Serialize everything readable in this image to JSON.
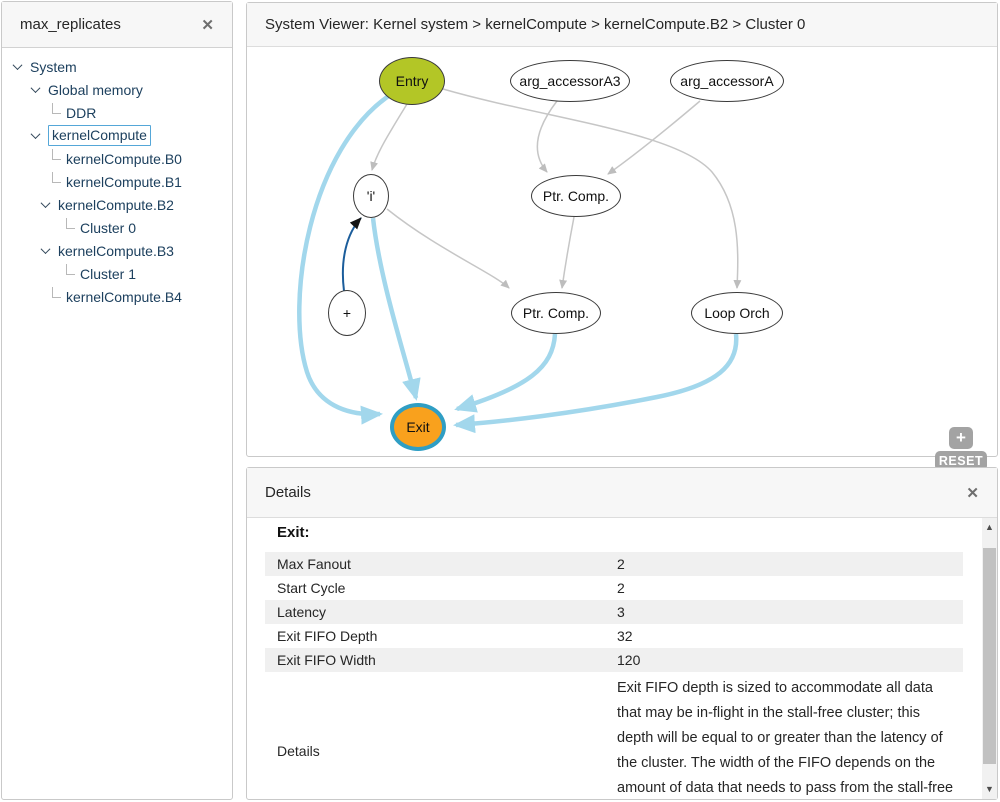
{
  "sidebar": {
    "title": "max_replicates",
    "close_icon": "✕",
    "tree": [
      {
        "label": "System"
      },
      {
        "label": "Global memory"
      },
      {
        "label": "DDR"
      },
      {
        "label": "kernelCompute",
        "selected": true
      },
      {
        "label": "kernelCompute.B0"
      },
      {
        "label": "kernelCompute.B1"
      },
      {
        "label": "kernelCompute.B2"
      },
      {
        "label": "Cluster 0"
      },
      {
        "label": "kernelCompute.B3"
      },
      {
        "label": "Cluster 1"
      },
      {
        "label": "kernelCompute.B4"
      }
    ]
  },
  "viewer": {
    "title": "System Viewer: Kernel system > kernelCompute > kernelCompute.B2 > Cluster 0",
    "nodes": {
      "entry": "Entry",
      "arg_accessorA3": "arg_accessorA3",
      "arg_accessorA": "arg_accessorA",
      "i": "'i'",
      "ptr_comp_1": "Ptr. Comp.",
      "plus": "+",
      "ptr_comp_2": "Ptr. Comp.",
      "loop_orch": "Loop Orch",
      "exit": "Exit"
    },
    "colors": {
      "entry_fill": "#b3c626",
      "exit_fill": "#f9a11d",
      "exit_ring": "#2f9ec4",
      "edge_gray": "#c6c6c6",
      "edge_light_blue": "#a2d7ec",
      "edge_navy": "#1b5d9b"
    },
    "controls": {
      "zoom_in": "+",
      "reset": "RESET",
      "zoom_out": "−"
    }
  },
  "details": {
    "title": "Details",
    "close_icon": "✕",
    "heading": "Exit:",
    "rows": [
      {
        "label": "Max Fanout",
        "value": "2"
      },
      {
        "label": "Start Cycle",
        "value": "2"
      },
      {
        "label": "Latency",
        "value": "3"
      },
      {
        "label": "Exit FIFO Depth",
        "value": "32"
      },
      {
        "label": "Exit FIFO Width",
        "value": "120"
      },
      {
        "label": "Details",
        "value": "Exit FIFO depth is sized to accommodate all data that may be in-flight in the stall-free cluster; this depth will be equal to or greater than the latency of the cluster.  The width of the FIFO depends on the amount of data that needs to pass from the stall-free logic cluster to the stall-able logic below it."
      }
    ],
    "scroll_up_icon": "▲",
    "scroll_down_icon": "▼"
  }
}
